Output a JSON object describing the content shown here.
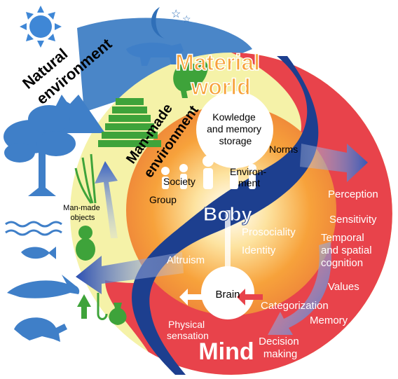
{
  "regions": {
    "natural_environment": "Natural\nenvironment",
    "material_world": "Material\nworld",
    "man_made_environment": "Man-made\nenvironment",
    "boby": "Boby",
    "mind": "Mind"
  },
  "labels": {
    "knowledge": "Kowledge\nand memory\nstorage",
    "norms": "Norms",
    "society": "Society",
    "group": "Group",
    "environment": "Environ-\nment",
    "man_made_objects": "Man-made\nobjects",
    "prosociality": "Prosociality",
    "identity": "Identity",
    "altruism": "Altruism",
    "brain": "Brain",
    "physical_sensation": "Physical\nsensation",
    "perception": "Perception",
    "sensitivity": "Sensitivity",
    "temporal": "Temporal\nand spatial\ncognition",
    "values": "Values",
    "categorization": "Categorization",
    "memory": "Memory",
    "decision": "Decision\nmaking"
  },
  "colors": {
    "sky_blue": "#4a86c8",
    "pale_yellow": "#f5f2a8",
    "orange_glow": "#f7a23b",
    "red": "#e8434b",
    "navy": "#1d3f8f",
    "green": "#3ea33a",
    "white": "#ffffff"
  },
  "icons": [
    "sun-icon",
    "moon-icon",
    "star-icon",
    "tiger-icon",
    "mountain-icon",
    "tree-icon",
    "waves-icon",
    "fish-icon",
    "shark-icon",
    "turtle-icon",
    "rooster-icon",
    "pyramid-icon",
    "rice-plant-icon",
    "figurine-icon",
    "arrowhead-icon",
    "hook-icon",
    "jar-icon",
    "people-icon"
  ]
}
